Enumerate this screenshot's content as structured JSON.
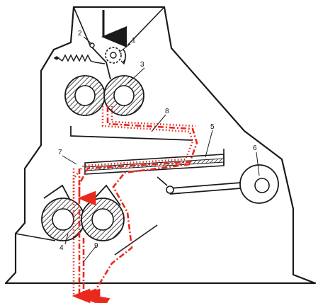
{
  "diagram": {
    "labels": [
      {
        "id": "1",
        "text": "1"
      },
      {
        "id": "2",
        "text": "2"
      },
      {
        "id": "3",
        "text": "3"
      },
      {
        "id": "4",
        "text": "4"
      },
      {
        "id": "5",
        "text": "5"
      },
      {
        "id": "6",
        "text": "6"
      },
      {
        "id": "7",
        "text": "7"
      },
      {
        "id": "8",
        "text": "8"
      },
      {
        "id": "9",
        "text": "9"
      }
    ],
    "colors": {
      "outline": "#1a1a1a",
      "hatch": "#1a1a1a",
      "flow": "#e8291c",
      "background": "#ffffff"
    }
  }
}
